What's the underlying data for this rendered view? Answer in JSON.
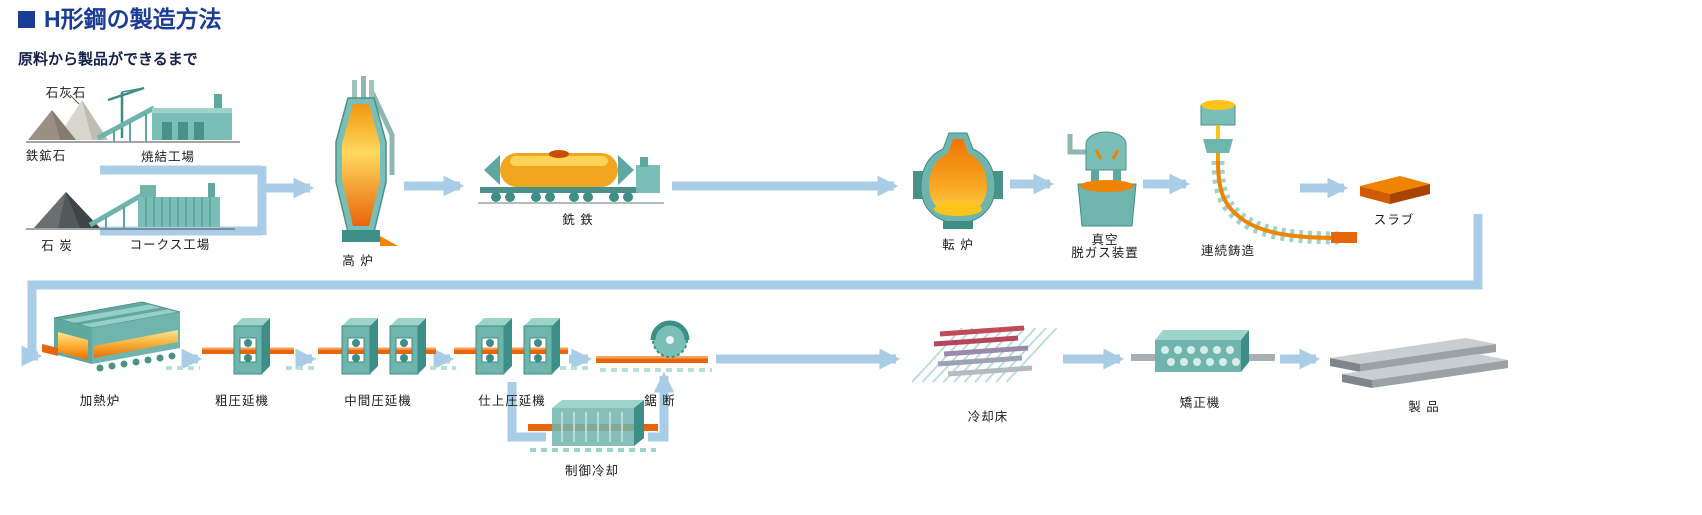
{
  "header": {
    "title": "H形鋼の製造方法",
    "subtitle": "原料から製品ができるまで"
  },
  "labels": {
    "limestone": "石灰石",
    "iron_ore": "鉄鉱石",
    "sintering_plant": "焼結工場",
    "coal": "石 炭",
    "coke_plant": "コークス工場",
    "blast_furnace": "高 炉",
    "pig_iron": "銑 鉄",
    "converter": "転 炉",
    "vacuum_degasser_line1": "真空",
    "vacuum_degasser_line2": "脱ガス装置",
    "continuous_casting": "連続鋳造",
    "slab": "スラブ",
    "reheating_furnace": "加熱炉",
    "roughing_mill": "粗圧延機",
    "intermediate_mill": "中間圧延機",
    "finishing_mill": "仕上圧延機",
    "sawing": "鋸 断",
    "controlled_cooling": "制御冷却",
    "cooling_bed": "冷却床",
    "straightening_machine": "矯正機",
    "product": "製 品"
  },
  "colors": {
    "title_blue": "#1B3C94",
    "arrow_blue": "#A9CDE6",
    "machine_teal": "#6FB5AD",
    "machine_teal_light": "#9ED3CC",
    "machine_teal_dark": "#3D8E86",
    "molten_orange": "#E8650A",
    "molten_yellow": "#FFC419",
    "steel_gray": "#9AA2A8"
  }
}
